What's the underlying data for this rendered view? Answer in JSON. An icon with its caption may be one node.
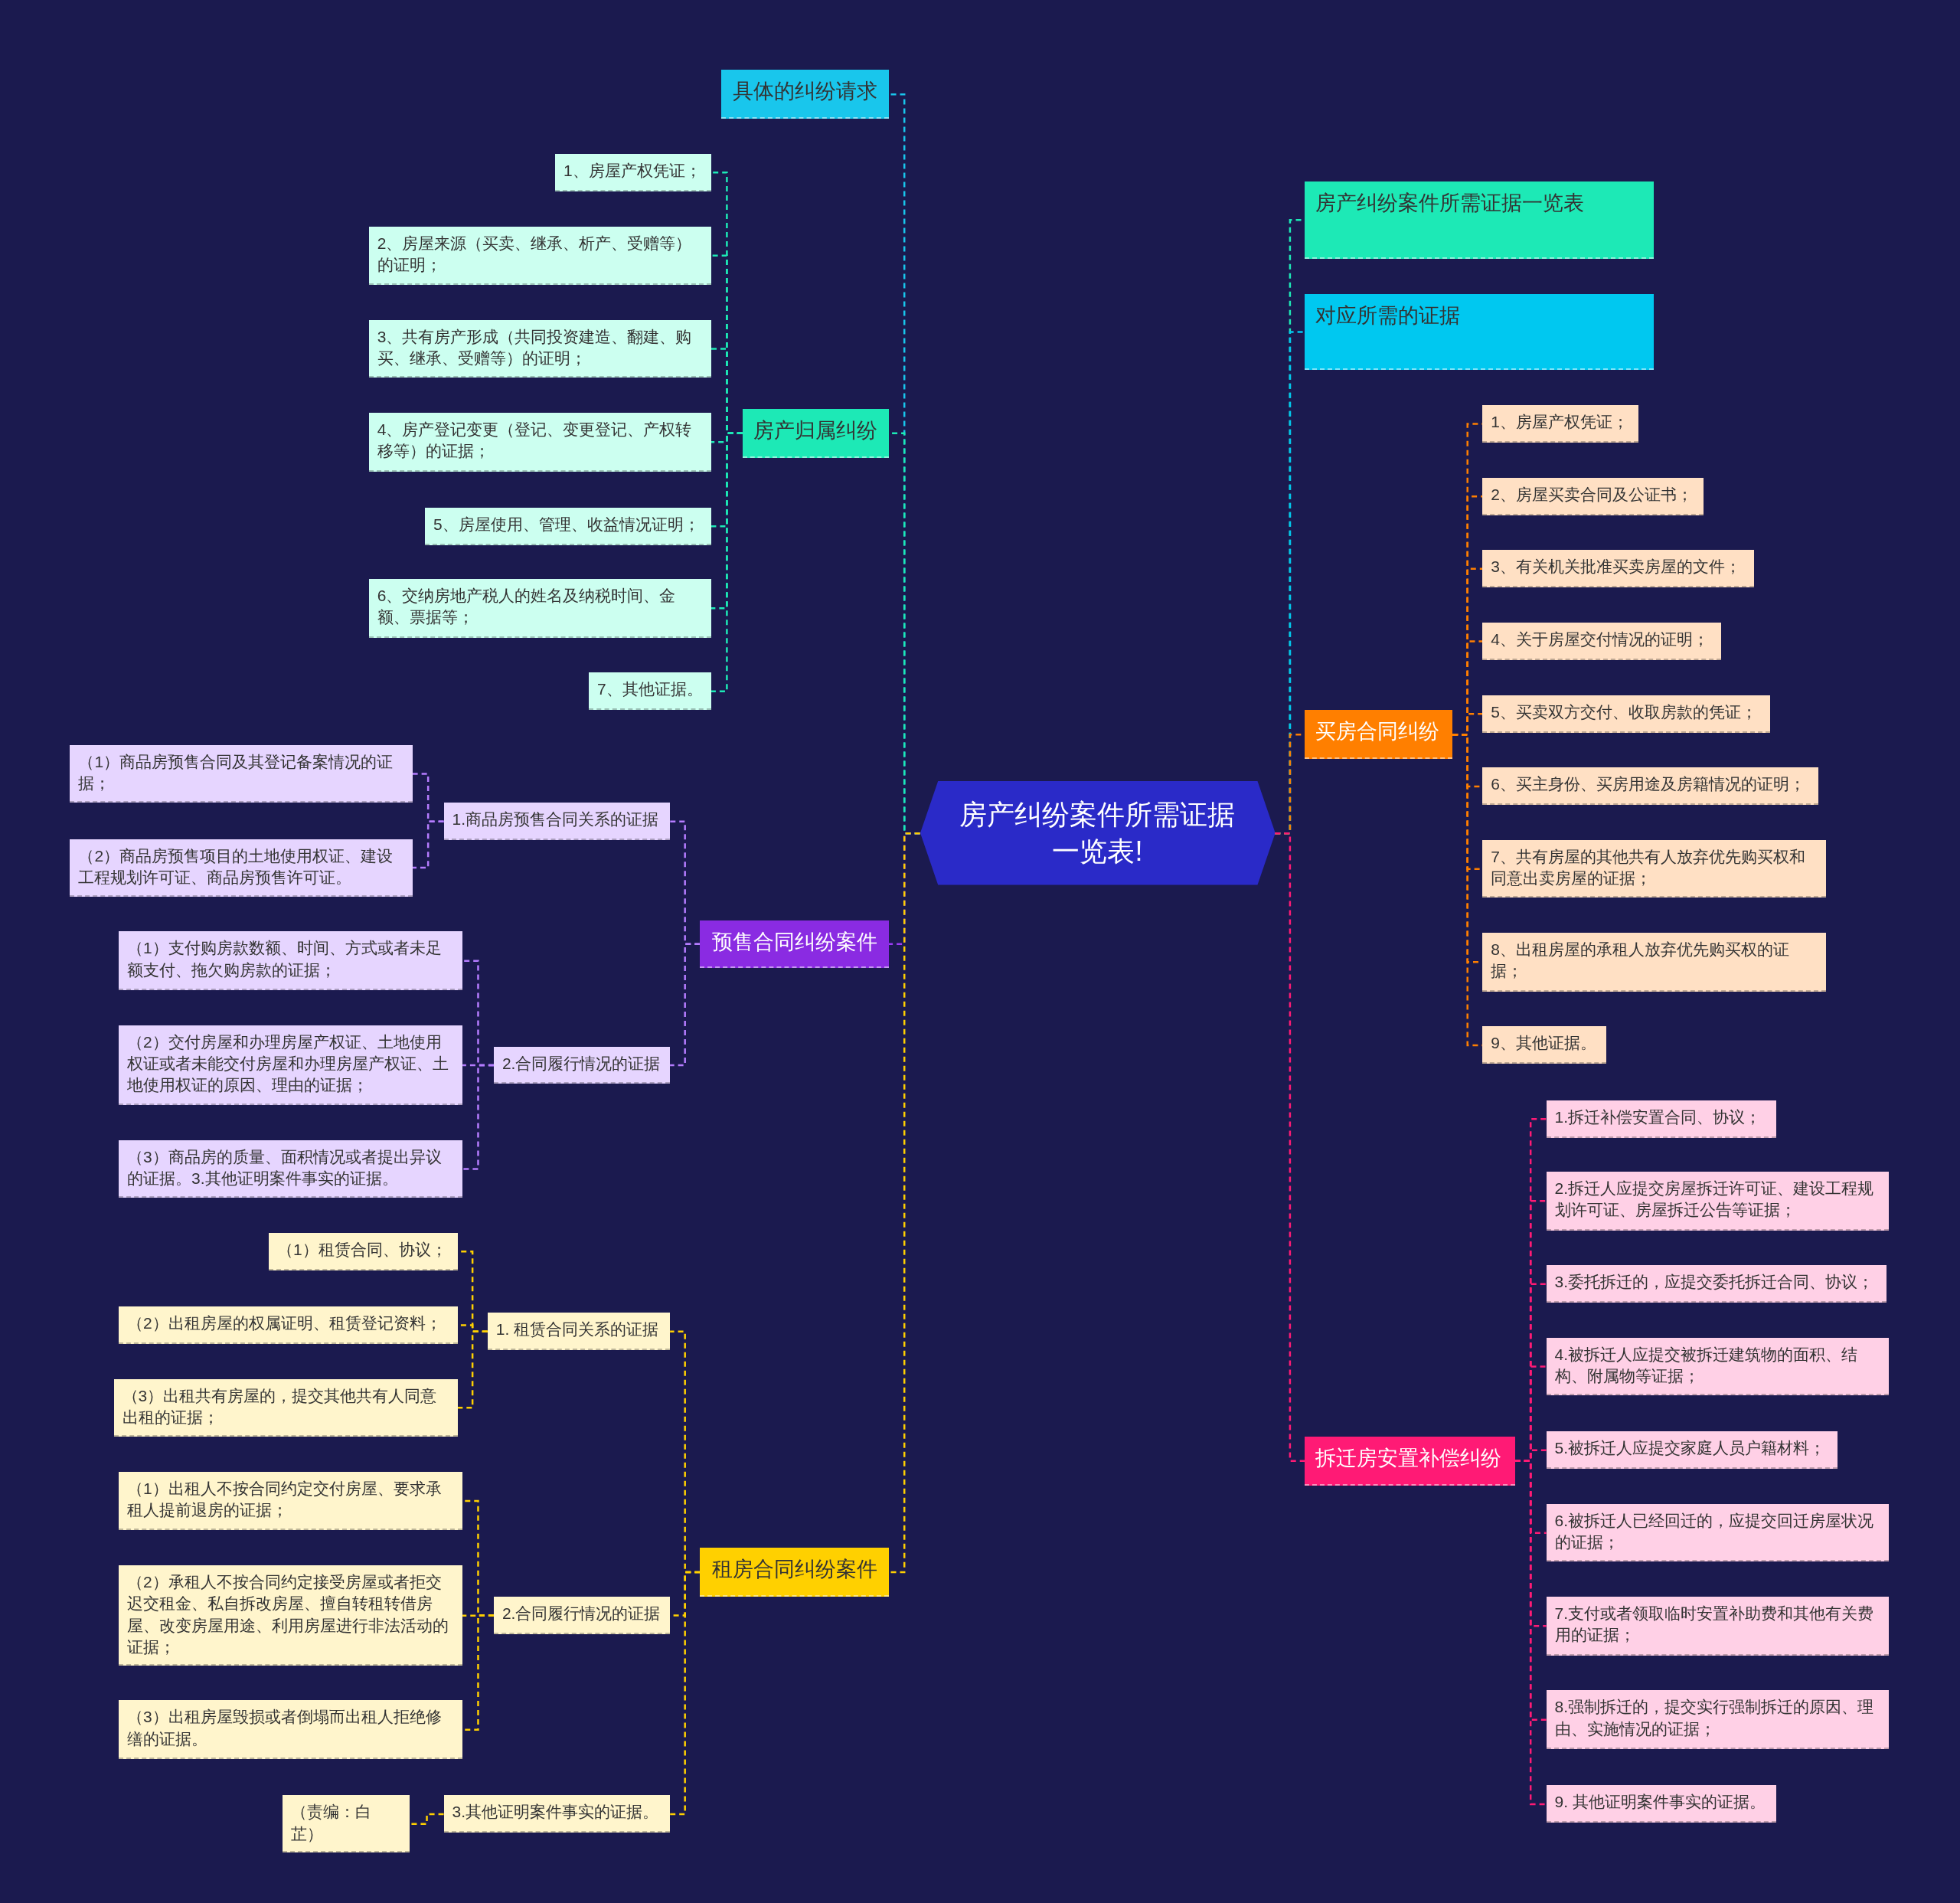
{
  "diagram": {
    "nodes": [
      {
        "text": [
          "房产纠纷案件所需证据一览表!"
        ]
      },
      {
        "text": [
          "具体的纠纷请求"
        ]
      },
      {
        "text": [
          "房产归属纠纷"
        ]
      },
      {
        "text": [
          "1、房屋产权凭证；"
        ]
      },
      {
        "text": [
          "2、房屋来源（买卖、继承、析产、受赠等）的证明；"
        ]
      },
      {
        "text": [
          "3、共有房产形成（共同投资建造、翻建、购买、继承、受赠等）的证明；"
        ]
      },
      {
        "text": [
          "4、房产登记变更（登记、变更登记、产权转移等）的证据；"
        ]
      },
      {
        "text": [
          "5、房屋使用、管理、收益情况证明；"
        ]
      },
      {
        "text": [
          "6、交纳房地产税人的姓名及纳税时间、金额、票据等；"
        ]
      },
      {
        "text": [
          "7、其他证据。"
        ]
      },
      {
        "text": [
          "预售合同纠纷案件"
        ]
      },
      {
        "text": [
          "1.商品房预售合同关系的证据"
        ]
      },
      {
        "text": [
          "（1）商品房预售合同及其登记备案情况的证据；"
        ]
      },
      {
        "text": [
          "（2）商品房预售项目的土地使用权证、建设工程规划许可证、商品房预售许可证。"
        ]
      },
      {
        "text": [
          "2.合同履行情况的证据"
        ]
      },
      {
        "text": [
          "（1）支付购房款数额、时间、方式或者未足额支付、拖欠购房款的证据；"
        ]
      },
      {
        "text": [
          "（2）交付房屋和办理房屋产权证、土地使用权证或者未能交付房屋和办理房屋产权证、土地使用权证的原因、理由的证据；"
        ]
      },
      {
        "text": [
          "（3）商品房的质量、面积情况或者提出异议的证据。3.其他证明案件事实的证据。"
        ]
      },
      {
        "text": [
          "租房合同纠纷案件"
        ]
      },
      {
        "text": [
          "1. 租赁合同关系的证据"
        ]
      },
      {
        "text": [
          "（1）租赁合同、协议；"
        ]
      },
      {
        "text": [
          "（2）出租房屋的权属证明、租赁登记资料；"
        ]
      },
      {
        "text": [
          "（3）出租共有房屋的，提交其他共有人同意出租的证据；"
        ]
      },
      {
        "text": [
          "2.合同履行情况的证据"
        ]
      },
      {
        "text": [
          "（1）出租人不按合同约定交付房屋、要求承租人提前退房的证据；"
        ]
      },
      {
        "text": [
          "（2）承租人不按合同约定接受房屋或者拒交迟交租金、私自拆改房屋、擅自转租转借房屋、改变房屋用途、利用房屋进行非法活动的证据；"
        ]
      },
      {
        "text": [
          "（3）出租房屋毁损或者倒塌而出租人拒绝修缮的证据。"
        ]
      },
      {
        "text": [
          "3.其他证明案件事实的证据。"
        ]
      },
      {
        "text": [
          "（责编：白芷）"
        ]
      },
      {
        "text": [
          "房产纠纷案件所需证据一览表"
        ]
      },
      {
        "text": [
          "对应所需的证据"
        ]
      },
      {
        "text": [
          "买房合同纠纷"
        ]
      },
      {
        "text": [
          "1、房屋产权凭证；"
        ]
      },
      {
        "text": [
          "2、房屋买卖合同及公证书；"
        ]
      },
      {
        "text": [
          "3、有关机关批准买卖房屋的文件；"
        ]
      },
      {
        "text": [
          "4、关于房屋交付情况的证明；"
        ]
      },
      {
        "text": [
          "5、买卖双方交付、收取房款的凭证；"
        ]
      },
      {
        "text": [
          "6、买主身份、买房用途及房籍情况的证明；"
        ]
      },
      {
        "text": [
          "7、共有房屋的其他共有人放弃优先购买权和同意出卖房屋的证据；"
        ]
      },
      {
        "text": [
          "8、出租房屋的承租人放弃优先购买权的证据；"
        ]
      },
      {
        "text": [
          "9、其他证据。"
        ]
      },
      {
        "text": [
          "拆迁房安置补偿纠纷"
        ]
      },
      {
        "text": [
          "1.拆迁补偿安置合同、协议；"
        ]
      },
      {
        "text": [
          "2.拆迁人应提交房屋拆迁许可证、建设工程规划许可证、房屋拆迁公告等证据；"
        ]
      },
      {
        "text": [
          "3.委托拆迁的，应提交委托拆迁合同、协议；"
        ]
      },
      {
        "text": [
          "4.被拆迁人应提交被拆迁建筑物的面积、结构、附属物等证据；"
        ]
      },
      {
        "text": [
          "5.被拆迁人应提交家庭人员户籍材料；"
        ]
      },
      {
        "text": [
          "6.被拆迁人已经回迁的，应提交回迁房屋状况的证据；"
        ]
      },
      {
        "text": [
          "7.支付或者领取临时安置补助费和其他有关费用的证据；"
        ]
      },
      {
        "text": [
          "8.强制拆迁的，提交实行强制拆迁的原因、理由、实施情况的证据；"
        ]
      },
      {
        "text": [
          "9. 其他证明案件事实的证据。"
        ]
      }
    ],
    "edges": [
      {
        "from": 0,
        "to": 1,
        "arrow": "none",
        "style": "dashed",
        "color": "#19c6ec"
      },
      {
        "from": 0,
        "to": 2,
        "arrow": "none",
        "style": "dashed",
        "color": "#1de9b6"
      },
      {
        "from": 2,
        "to": 3,
        "arrow": "none",
        "style": "dashed",
        "color": "#1de9b6"
      },
      {
        "from": 2,
        "to": 4,
        "arrow": "none",
        "style": "dashed",
        "color": "#1de9b6"
      },
      {
        "from": 2,
        "to": 5,
        "arrow": "none",
        "style": "dashed",
        "color": "#1de9b6"
      },
      {
        "from": 2,
        "to": 6,
        "arrow": "none",
        "style": "dashed",
        "color": "#1de9b6"
      },
      {
        "from": 2,
        "to": 7,
        "arrow": "none",
        "style": "dashed",
        "color": "#1de9b6"
      },
      {
        "from": 2,
        "to": 8,
        "arrow": "none",
        "style": "dashed",
        "color": "#1de9b6"
      },
      {
        "from": 2,
        "to": 9,
        "arrow": "none",
        "style": "dashed",
        "color": "#1de9b6"
      },
      {
        "from": 0,
        "to": 10,
        "arrow": "none",
        "style": "dashed",
        "color": "#9b3cf5"
      },
      {
        "from": 10,
        "to": 11,
        "arrow": "none",
        "style": "dashed",
        "color": "#b57cff"
      },
      {
        "from": 11,
        "to": 12,
        "arrow": "none",
        "style": "dashed",
        "color": "#b57cff"
      },
      {
        "from": 11,
        "to": 13,
        "arrow": "none",
        "style": "dashed",
        "color": "#b57cff"
      },
      {
        "from": 10,
        "to": 14,
        "arrow": "none",
        "style": "dashed",
        "color": "#b57cff"
      },
      {
        "from": 14,
        "to": 15,
        "arrow": "none",
        "style": "dashed",
        "color": "#b57cff"
      },
      {
        "from": 14,
        "to": 16,
        "arrow": "none",
        "style": "dashed",
        "color": "#b57cff"
      },
      {
        "from": 14,
        "to": 17,
        "arrow": "none",
        "style": "dashed",
        "color": "#b57cff"
      },
      {
        "from": 0,
        "to": 18,
        "arrow": "none",
        "style": "dashed",
        "color": "#ffd000"
      },
      {
        "from": 18,
        "to": 19,
        "arrow": "none",
        "style": "dashed",
        "color": "#ffd000"
      },
      {
        "from": 19,
        "to": 20,
        "arrow": "none",
        "style": "dashed",
        "color": "#ffd000"
      },
      {
        "from": 19,
        "to": 21,
        "arrow": "none",
        "style": "dashed",
        "color": "#ffd000"
      },
      {
        "from": 19,
        "to": 22,
        "arrow": "none",
        "style": "dashed",
        "color": "#ffd000"
      },
      {
        "from": 18,
        "to": 23,
        "arrow": "none",
        "style": "dashed",
        "color": "#ffd000"
      },
      {
        "from": 23,
        "to": 24,
        "arrow": "none",
        "style": "dashed",
        "color": "#ffd000"
      },
      {
        "from": 23,
        "to": 25,
        "arrow": "none",
        "style": "dashed",
        "color": "#ffd000"
      },
      {
        "from": 23,
        "to": 26,
        "arrow": "none",
        "style": "dashed",
        "color": "#ffd000"
      },
      {
        "from": 18,
        "to": 27,
        "arrow": "none",
        "style": "dashed",
        "color": "#ffd000"
      },
      {
        "from": 27,
        "to": 28,
        "arrow": "none",
        "style": "dashed",
        "color": "#ffd000"
      },
      {
        "from": 0,
        "to": 29,
        "arrow": "none",
        "style": "dashed",
        "color": "#1de9b6"
      },
      {
        "from": 0,
        "to": 30,
        "arrow": "none",
        "style": "dashed",
        "color": "#00c8f0"
      },
      {
        "from": 0,
        "to": 31,
        "arrow": "none",
        "style": "dashed",
        "color": "#ff7f00"
      },
      {
        "from": 31,
        "to": 32,
        "arrow": "none",
        "style": "dashed",
        "color": "#ff7f00"
      },
      {
        "from": 31,
        "to": 33,
        "arrow": "none",
        "style": "dashed",
        "color": "#ff7f00"
      },
      {
        "from": 31,
        "to": 34,
        "arrow": "none",
        "style": "dashed",
        "color": "#ff7f00"
      },
      {
        "from": 31,
        "to": 35,
        "arrow": "none",
        "style": "dashed",
        "color": "#ff7f00"
      },
      {
        "from": 31,
        "to": 36,
        "arrow": "none",
        "style": "dashed",
        "color": "#ff7f00"
      },
      {
        "from": 31,
        "to": 37,
        "arrow": "none",
        "style": "dashed",
        "color": "#ff7f00"
      },
      {
        "from": 31,
        "to": 38,
        "arrow": "none",
        "style": "dashed",
        "color": "#ff7f00"
      },
      {
        "from": 31,
        "to": 39,
        "arrow": "none",
        "style": "dashed",
        "color": "#ff7f00"
      },
      {
        "from": 31,
        "to": 40,
        "arrow": "none",
        "style": "dashed",
        "color": "#ff7f00"
      },
      {
        "from": 0,
        "to": 41,
        "arrow": "none",
        "style": "dashed",
        "color": "#ff1a75"
      },
      {
        "from": 41,
        "to": 42,
        "arrow": "none",
        "style": "dashed",
        "color": "#ff1a75"
      },
      {
        "from": 41,
        "to": 43,
        "arrow": "none",
        "style": "dashed",
        "color": "#ff1a75"
      },
      {
        "from": 41,
        "to": 44,
        "arrow": "none",
        "style": "dashed",
        "color": "#ff1a75"
      },
      {
        "from": 41,
        "to": 45,
        "arrow": "none",
        "style": "dashed",
        "color": "#ff1a75"
      },
      {
        "from": 41,
        "to": 46,
        "arrow": "none",
        "style": "dashed",
        "color": "#ff1a75"
      },
      {
        "from": 41,
        "to": 47,
        "arrow": "none",
        "style": "dashed",
        "color": "#ff1a75"
      },
      {
        "from": 41,
        "to": 48,
        "arrow": "none",
        "style": "dashed",
        "color": "#ff1a75"
      },
      {
        "from": 41,
        "to": 49,
        "arrow": "none",
        "style": "dashed",
        "color": "#ff1a75"
      },
      {
        "from": 41,
        "to": 50,
        "arrow": "none",
        "style": "dashed",
        "color": "#ff1a75"
      }
    ]
  }
}
